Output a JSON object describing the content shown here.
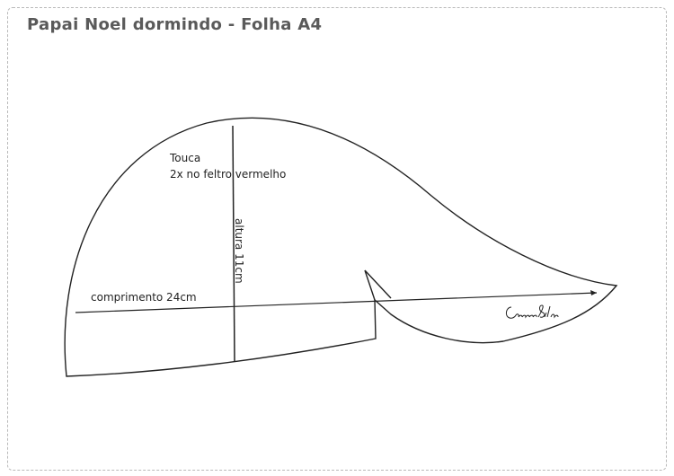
{
  "title": "Papai Noel dormindo - Folha A4",
  "piece": {
    "name": "Touca",
    "instruction": "2x no feltro vermelho"
  },
  "dimensions": {
    "height_label": "altura 11cm",
    "length_label": "comprimento 24cm"
  },
  "signature": "CarmenSilva",
  "colors": {
    "title": "#5a5a5a",
    "outline": "#222222",
    "border": "#b9b9b9"
  }
}
